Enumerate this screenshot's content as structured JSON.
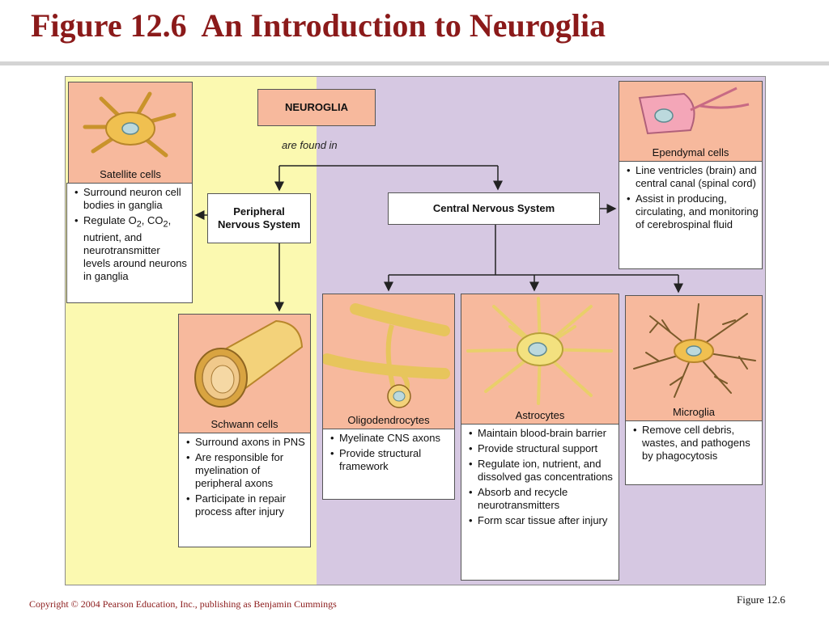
{
  "title": "Figure 12.6  An Introduction to Neuroglia",
  "root": {
    "label": "NEUROGLIA",
    "connector": "are found in"
  },
  "pns": {
    "label": "Peripheral Nervous System"
  },
  "cns": {
    "label": "Central Nervous System"
  },
  "cells": {
    "satellite": {
      "name": "Satellite cells",
      "bullets": [
        "Surround neuron cell bodies in ganglia"
      ]
    },
    "ependymal": {
      "name": "Ependymal cells",
      "bullets": [
        "Line ventricles (brain) and central canal (spinal cord)",
        "Assist in producing, circulating, and monitoring of cerebrospinal fluid"
      ]
    },
    "schwann": {
      "name": "Schwann cells",
      "bullets": [
        "Surround axons in PNS",
        "Are responsible for myelination of peripheral axons",
        "Participate in repair process after injury"
      ]
    },
    "oligodendrocytes": {
      "name": "Oligodendrocytes",
      "bullets": [
        "Myelinate CNS axons",
        "Provide structural framework"
      ]
    },
    "astrocytes": {
      "name": "Astrocytes",
      "bullets": [
        "Maintain blood-brain barrier",
        "Provide structural support",
        "Regulate ion, nutrient, and dissolved gas concentrations",
        "Absorb and recycle neurotransmitters",
        "Form scar tissue after injury"
      ]
    },
    "microglia": {
      "name": "Microglia",
      "bullets": [
        "Remove cell debris, wastes, and pathogens by phagocytosis"
      ]
    }
  },
  "satellite_regulate": {
    "prefix": "Regulate O",
    "sub1": "2",
    "mid": ", CO",
    "sub2": "2",
    "suffix": ", nutrient, and neurotransmitter levels around neurons in ganglia"
  },
  "footer": {
    "copyright": "Copyright © 2004 Pearson Education, Inc., publishing as Benjamin Cummings",
    "figure": "Figure 12.6"
  },
  "colors": {
    "title": "#8b1a1a",
    "pns_bg": "#fbf9b0",
    "cns_bg": "#d6c8e2",
    "cell_box": "#f7b99d"
  }
}
